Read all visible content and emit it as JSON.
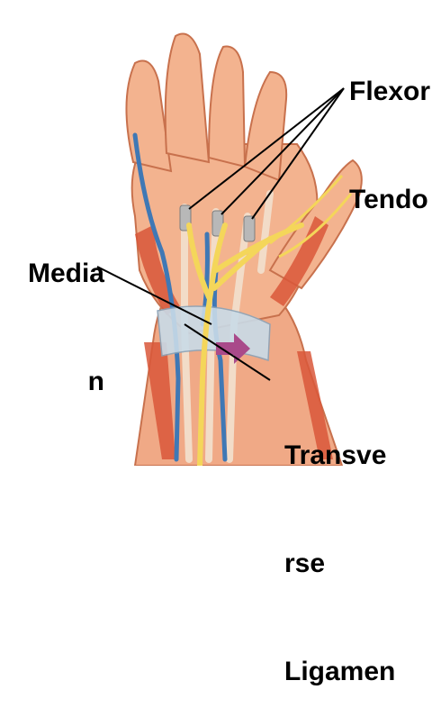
{
  "labels": {
    "flexor": [
      "Flexor",
      "Tendo"
    ],
    "median": [
      "Media",
      "n"
    ],
    "transverse": [
      "Transve",
      "rse",
      "Ligamen"
    ]
  },
  "colors": {
    "skin": "#f3b38f",
    "muscle": "#d9573a",
    "tendon": "#f2dcc8",
    "vein": "#3f78b5",
    "nerve": "#f4d65a",
    "ligament": "#c9dbe8",
    "arrow": "#a94a8a"
  }
}
